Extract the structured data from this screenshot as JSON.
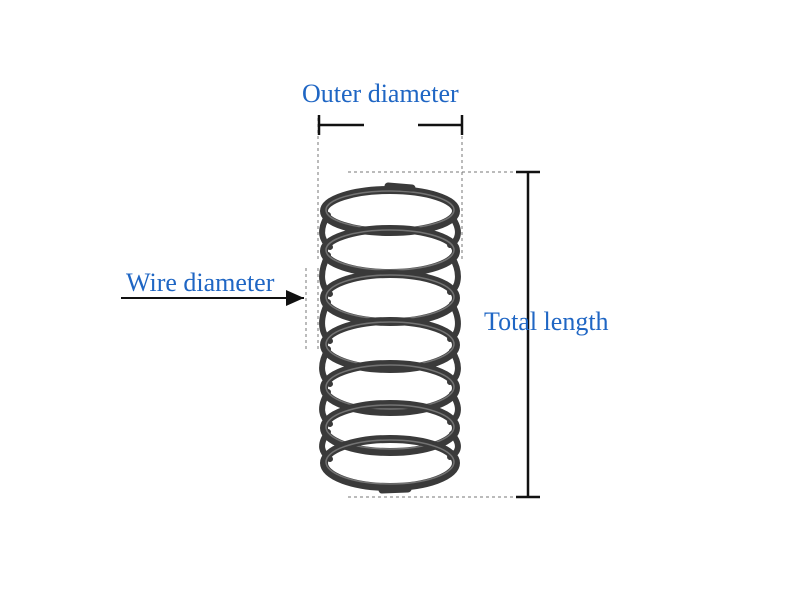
{
  "labels": {
    "outer_diameter": "Outer diameter",
    "wire_diameter": "Wire diameter",
    "total_length": "Total length"
  },
  "colors": {
    "label": "#1f66c4",
    "dimension_line": "#111111",
    "guide_line": "#777777",
    "spring_steel": "#3a3a3a",
    "spring_highlight": "#9a9a9a"
  },
  "icons": {
    "spring": "compression-spring-illustration"
  }
}
